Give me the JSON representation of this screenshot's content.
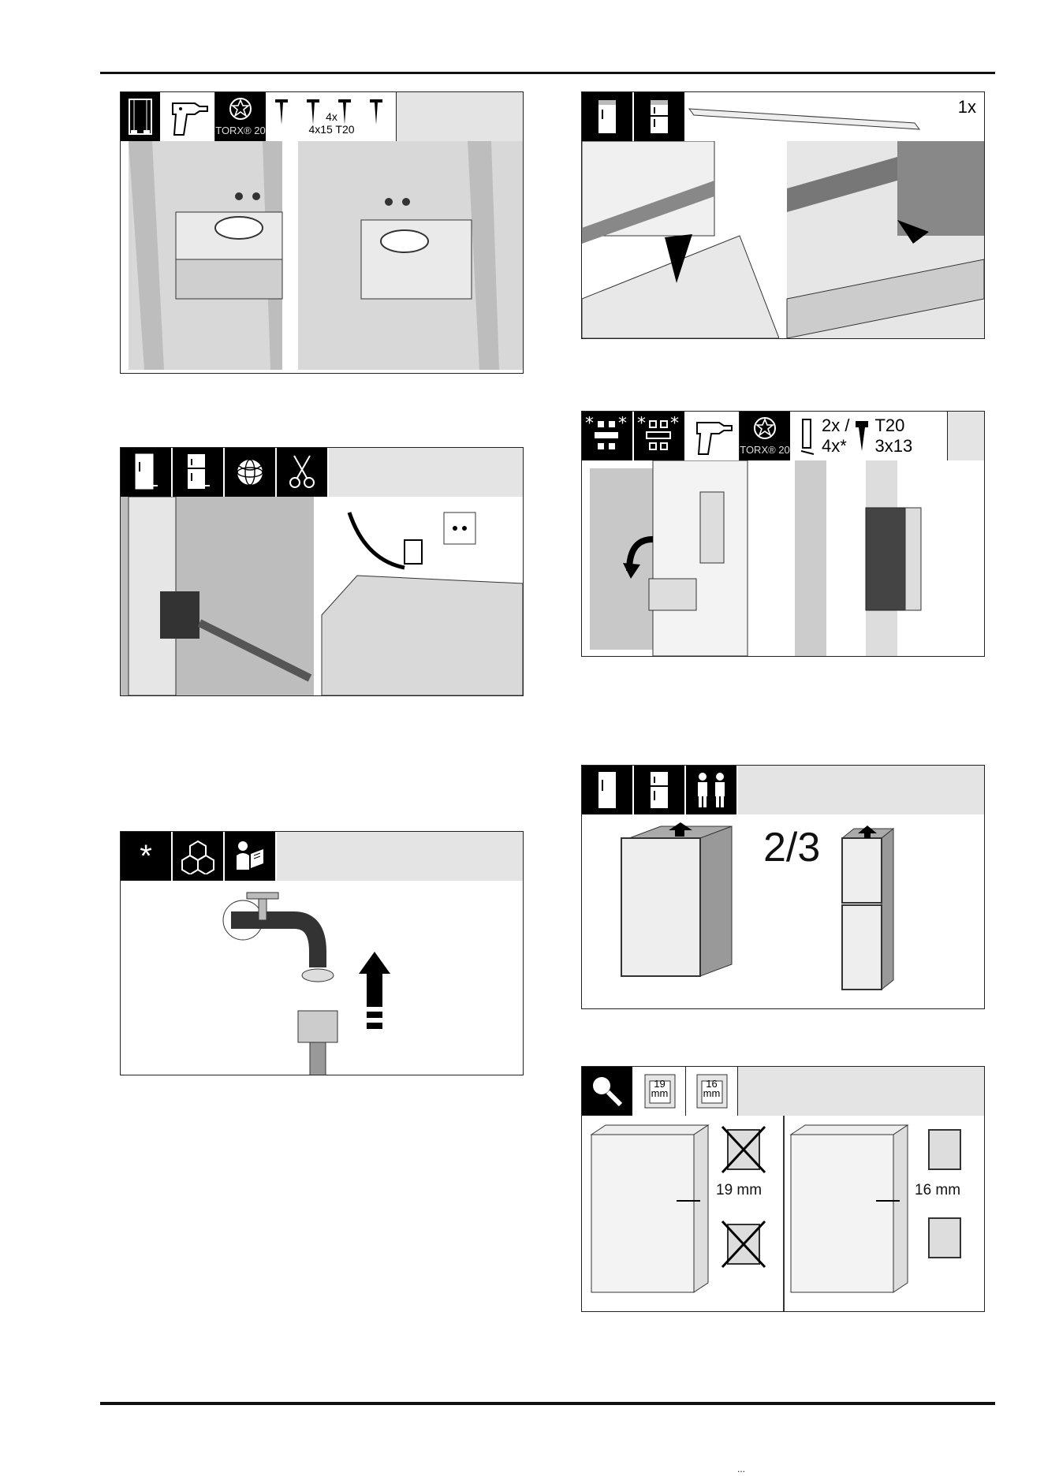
{
  "header": {},
  "panels": {
    "screws_panel": {
      "tool_labels": {
        "torx": "TORX® 20"
      },
      "screw_qty": "4x",
      "screw_spec": "4x15 T20"
    },
    "rail_panel": {
      "quantity": "1x"
    },
    "magnet_panel": {
      "tool_labels": {
        "torx": "TORX® 20"
      },
      "star_markers": [
        "*",
        "*",
        "*",
        "*"
      ],
      "bracket_qty": "2x /",
      "bracket_qty_alt": "4x*",
      "screw_spec_top": "T20",
      "screw_spec_bottom": "3x13"
    },
    "door_split_panel": {
      "ratio": "2/3"
    },
    "panel_thickness": {
      "option_a": "19 mm",
      "option_b": "16 mm",
      "icon_a_value": "19",
      "icon_a_unit": "mm",
      "icon_b_value": "16",
      "icon_b_unit": "mm"
    },
    "water_panel": {
      "star_marker": "*"
    }
  },
  "footer": {
    "page_fragment": "..."
  }
}
